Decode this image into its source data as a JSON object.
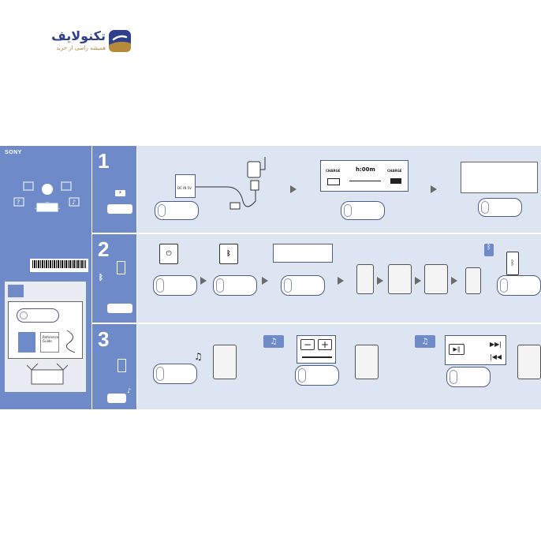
{
  "logo": {
    "name": "تکنولایف",
    "tagline": "همیشه راضی از خرید"
  },
  "manual": {
    "brand": "SONY",
    "steps": [
      "1",
      "2",
      "3"
    ],
    "doc_label": "Reference Guide",
    "step1": {
      "port_label": "DC IN 5V",
      "charge_label": "CHARGE",
      "time_label": "h:00m",
      "charge_label_right": "CHARGE"
    }
  },
  "icons": {
    "power": "power-icon",
    "bluetooth": "bluetooth-icon",
    "music_note": "music-note-icon",
    "charge": "charge-icon",
    "play_pause": "play-pause-icon",
    "next_track": "next-track-icon",
    "prev_track": "previous-track-icon"
  },
  "colors": {
    "sidebar": "#6e8ac8",
    "panel": "#dde4f2",
    "logo_blue": "#2f3f8f",
    "logo_gold": "#b58a3a"
  }
}
